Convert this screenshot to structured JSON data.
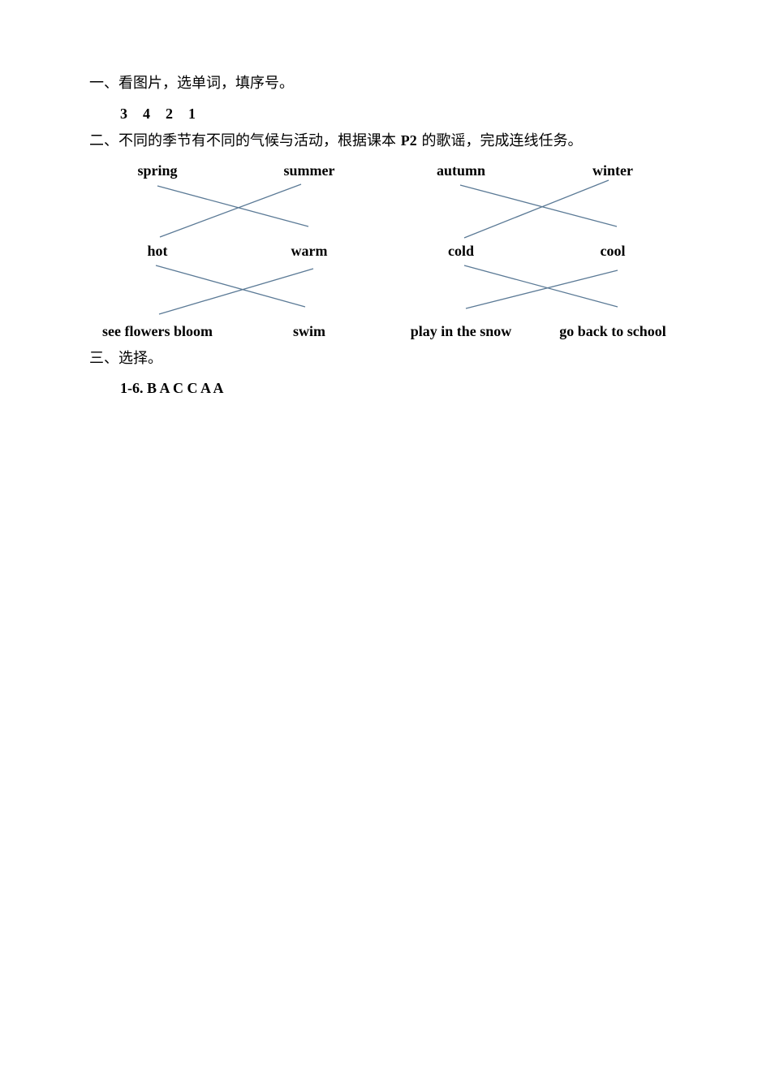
{
  "section1": {
    "heading": "一、看图片，选单词，填序号。",
    "answers": [
      "3",
      "4",
      "2",
      "1"
    ]
  },
  "section2": {
    "heading_pre": "二、不同的季节有不同的气候与活动，根据课本 ",
    "heading_ref": "P2",
    "heading_post": " 的歌谣，完成连线任务。",
    "left_group": {
      "seasons": [
        "spring",
        "summer"
      ],
      "weathers": [
        "hot",
        "warm"
      ],
      "activities": [
        "see flowers bloom",
        "swim"
      ]
    },
    "right_group": {
      "seasons": [
        "autumn",
        "winter"
      ],
      "weathers": [
        "cold",
        "cool"
      ],
      "activities": [
        "play in the snow",
        "go back to school"
      ]
    },
    "line_color": "#5b7a96"
  },
  "section3": {
    "heading": "三、选择。",
    "answer": "1-6. B A C C A A"
  }
}
